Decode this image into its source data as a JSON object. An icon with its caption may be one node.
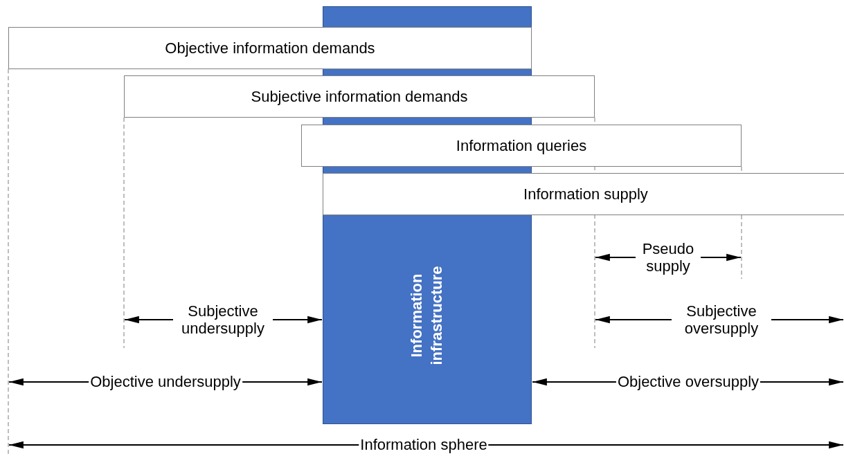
{
  "diagram": {
    "nodes": [
      {
        "text": [
          "Information infrastructure"
        ]
      },
      {
        "text": [
          "Objective information demands"
        ]
      },
      {
        "text": [
          "Subjective information demands"
        ]
      },
      {
        "text": [
          "Information queries"
        ]
      },
      {
        "text": [
          "Information supply"
        ]
      }
    ],
    "labels": [
      "Pseudo supply",
      "Subjective undersupply",
      "Subjective oversupply",
      "Objective undersupply",
      "Objective oversupply",
      "Information sphere"
    ]
  }
}
